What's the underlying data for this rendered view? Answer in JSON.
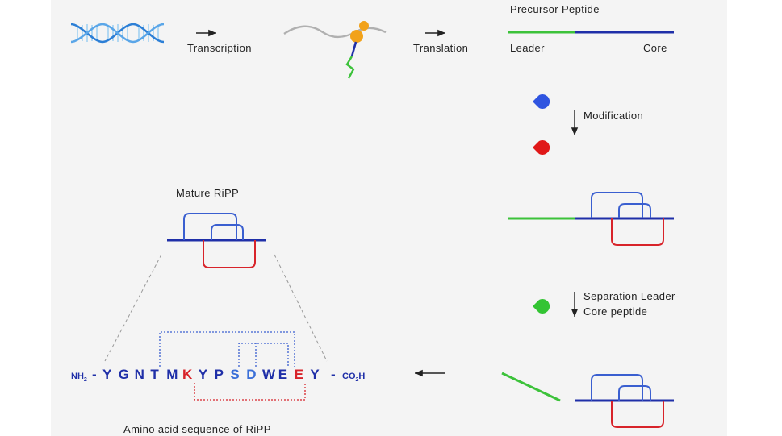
{
  "labels": {
    "transcription": "Transcription",
    "translation": "Translation",
    "precursor_title": "Precursor Peptide",
    "leader": "Leader",
    "core": "Core",
    "modification": "Modification",
    "separation_line1": "Separation Leader-",
    "separation_line2": "Core peptide",
    "mature": "Mature RiPP",
    "sequence_caption": "Amino acid sequence of RiPP"
  },
  "sequence": {
    "n_terminus": "NH",
    "n_terminus_sub": "2",
    "c_terminus_pre": "CO",
    "c_terminus_sub": "2",
    "c_terminus_post": "H",
    "residues": [
      {
        "aa": "Y",
        "color": "#1f2fa8"
      },
      {
        "aa": "G",
        "color": "#1f2fa8"
      },
      {
        "aa": "N",
        "color": "#1f2fa8"
      },
      {
        "aa": "T",
        "color": "#1f2fa8"
      },
      {
        "aa": "M",
        "color": "#1f2fa8"
      },
      {
        "aa": "K",
        "color": "#d8232a"
      },
      {
        "aa": "Y",
        "color": "#1f2fa8"
      },
      {
        "aa": "P",
        "color": "#1f2fa8"
      },
      {
        "aa": "S",
        "color": "#3a6fd8"
      },
      {
        "aa": "D",
        "color": "#3a6fd8"
      },
      {
        "aa": "W",
        "color": "#1f2fa8"
      },
      {
        "aa": "E",
        "color": "#1f2fa8"
      },
      {
        "aa": "E",
        "color": "#d8232a"
      },
      {
        "aa": "Y",
        "color": "#1f2fa8"
      }
    ]
  },
  "colors": {
    "leader": "#3cc23a",
    "core": "#1f2fa8",
    "loop_blue": "#3a5fd0",
    "loop_red": "#d8232a",
    "dna_a": "#2c7fd6",
    "dna_b": "#8fc8f0",
    "enzyme_blue": "#2f54e0",
    "enzyme_red": "#e01818",
    "enzyme_green": "#33c433",
    "ribosome": "#f2a21a"
  }
}
